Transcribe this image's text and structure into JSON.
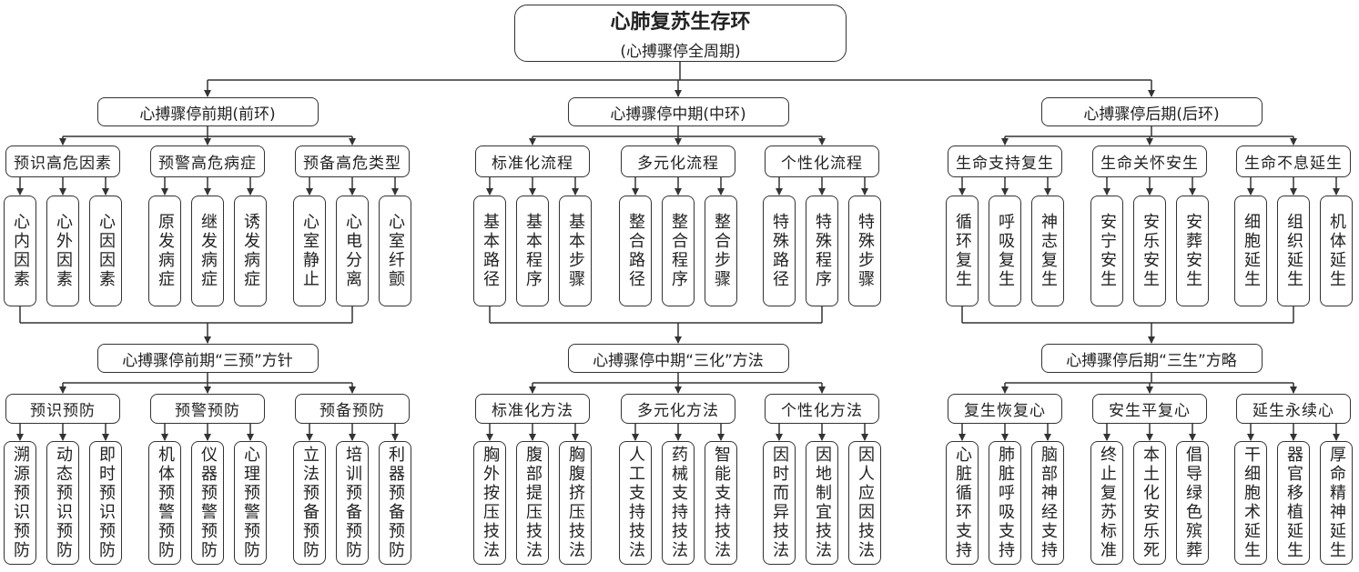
{
  "title": {
    "main": "心肺复苏生存环",
    "sub": "(心搏骤停全周期)"
  },
  "colors": {
    "line": "#333333",
    "border": "#333333",
    "background": "#ffffff"
  },
  "phases": [
    {
      "label": "心搏骤停前期(前环)",
      "groups": [
        {
          "label": "预识高危因素",
          "items": [
            "心内因素",
            "心外因素",
            "心因因素"
          ]
        },
        {
          "label": "预警高危病症",
          "items": [
            "原发病症",
            "继发病症",
            "诱发病症"
          ]
        },
        {
          "label": "预备高危类型",
          "items": [
            "心室静止",
            "心电分离",
            "心室纤颤"
          ]
        }
      ],
      "strategy": "心搏骤停前期“三预”方针",
      "methods": [
        {
          "label": "预识预防",
          "items": [
            "溯源预识预防",
            "动态预识预防",
            "即时预识预防"
          ]
        },
        {
          "label": "预警预防",
          "items": [
            "机体预警预防",
            "仪器预警预防",
            "心理预警预防"
          ]
        },
        {
          "label": "预备预防",
          "items": [
            "立法预备预防",
            "培训预备预防",
            "利器预备预防"
          ]
        }
      ]
    },
    {
      "label": "心搏骤停中期(中环)",
      "groups": [
        {
          "label": "标准化流程",
          "items": [
            "基本路径",
            "基本程序",
            "基本步骤"
          ]
        },
        {
          "label": "多元化流程",
          "items": [
            "整合路径",
            "整合程序",
            "整合步骤"
          ]
        },
        {
          "label": "个性化流程",
          "items": [
            "特殊路径",
            "特殊程序",
            "特殊步骤"
          ]
        }
      ],
      "strategy": "心搏骤停中期“三化”方法",
      "methods": [
        {
          "label": "标准化方法",
          "items": [
            "胸外按压技法",
            "腹部提压技法",
            "胸腹挤压技法"
          ]
        },
        {
          "label": "多元化方法",
          "items": [
            "人工支持技法",
            "药械支持技法",
            "智能支持技法"
          ]
        },
        {
          "label": "个性化方法",
          "items": [
            "因时而异技法",
            "因地制宜技法",
            "因人应因技法"
          ]
        }
      ]
    },
    {
      "label": "心搏骤停后期(后环)",
      "groups": [
        {
          "label": "生命支持复生",
          "items": [
            "循环复生",
            "呼吸复生",
            "神志复生"
          ]
        },
        {
          "label": "生命关怀安生",
          "items": [
            "安宁安生",
            "安乐安生",
            "安葬安生"
          ]
        },
        {
          "label": "生命不息延生",
          "items": [
            "细胞延生",
            "组织延生",
            "机体延生"
          ]
        }
      ],
      "strategy": "心搏骤停后期“三生”方略",
      "methods": [
        {
          "label": "复生恢复心",
          "items": [
            "心脏循环支持",
            "肺脏呼吸支持",
            "脑部神经支持"
          ]
        },
        {
          "label": "安生平复心",
          "items": [
            "终止复苏标准",
            "本土化安乐死",
            "倡导绿色殡葬"
          ]
        },
        {
          "label": "延生永续心",
          "items": [
            "干细胞术延生",
            "器官移植延生",
            "厚命精神延生"
          ]
        }
      ]
    }
  ]
}
